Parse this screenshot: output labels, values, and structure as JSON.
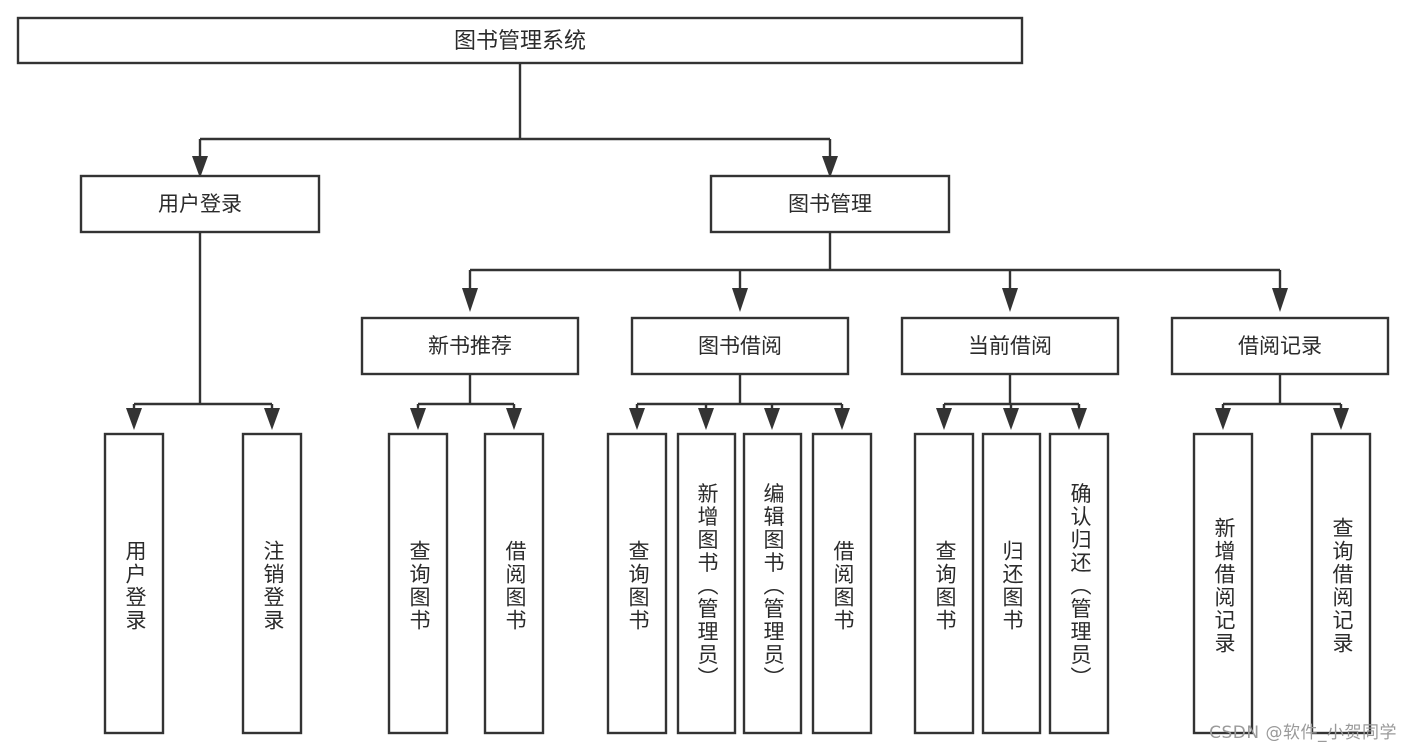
{
  "diagram": {
    "kind": "tree-hierarchy-chart",
    "title": "图书管理系统",
    "watermark": "CSDN @软件_小贺同学",
    "colors": {
      "box_stroke": "#333333",
      "box_fill": "#ffffff",
      "text": "#2b2b2b",
      "connector": "#333333",
      "watermark": "#9a9a9a",
      "background": "#ffffff"
    },
    "root": {
      "label": "图书管理系统"
    },
    "level2": [
      {
        "label": "用户登录"
      },
      {
        "label": "图书管理"
      }
    ],
    "level3": [
      {
        "label": "新书推荐"
      },
      {
        "label": "图书借阅"
      },
      {
        "label": "当前借阅"
      },
      {
        "label": "借阅记录"
      }
    ],
    "leaves": {
      "user_login": [
        {
          "label": "用户登录"
        },
        {
          "label": "注销登录"
        }
      ],
      "new_book_recommend": [
        {
          "label": "查询图书"
        },
        {
          "label": "借阅图书"
        }
      ],
      "book_borrow": [
        {
          "label": "查询图书"
        },
        {
          "label": "新增图书（管理员）"
        },
        {
          "label": "编辑图书（管理员）"
        },
        {
          "label": "借阅图书"
        }
      ],
      "current_borrow": [
        {
          "label": "查询图书"
        },
        {
          "label": "归还图书"
        },
        {
          "label": "确认归还（管理员）"
        }
      ],
      "borrow_record": [
        {
          "label": "新增借阅记录"
        },
        {
          "label": "查询借阅记录"
        }
      ]
    }
  }
}
